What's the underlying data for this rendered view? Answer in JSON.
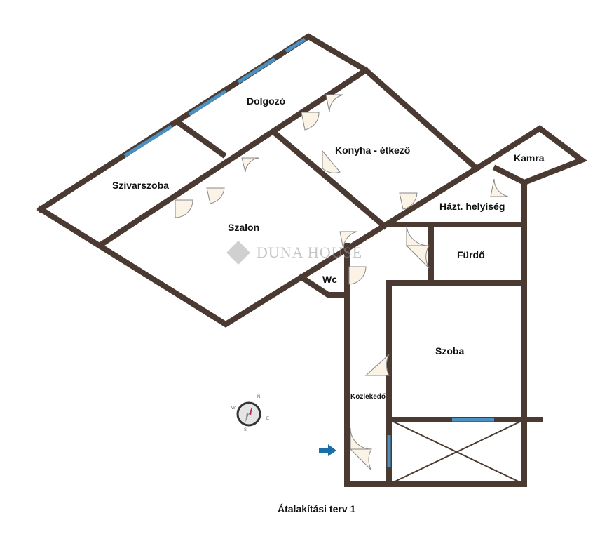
{
  "rooms": {
    "dolgozo": "Dolgozó",
    "konyha": "Konyha - étkező",
    "kamra": "Kamra",
    "szivarszoba": "Szivarszoba",
    "szalon": "Szalon",
    "haztartasi": "Házt. helyiség",
    "furdo": "Fürdő",
    "wc": "Wc",
    "szoba": "Szoba",
    "kozlekedo": "Közlekedő"
  },
  "watermark": "DUNA HOUSE",
  "caption": "Átalakítási terv 1",
  "compass": {
    "n": "N",
    "e": "E",
    "s": "S",
    "w": "W"
  },
  "colors": {
    "wall": "#4b3a32",
    "window": "#4a90c0",
    "door": "#fbf3e6",
    "arrow": "#1a6fa8"
  }
}
